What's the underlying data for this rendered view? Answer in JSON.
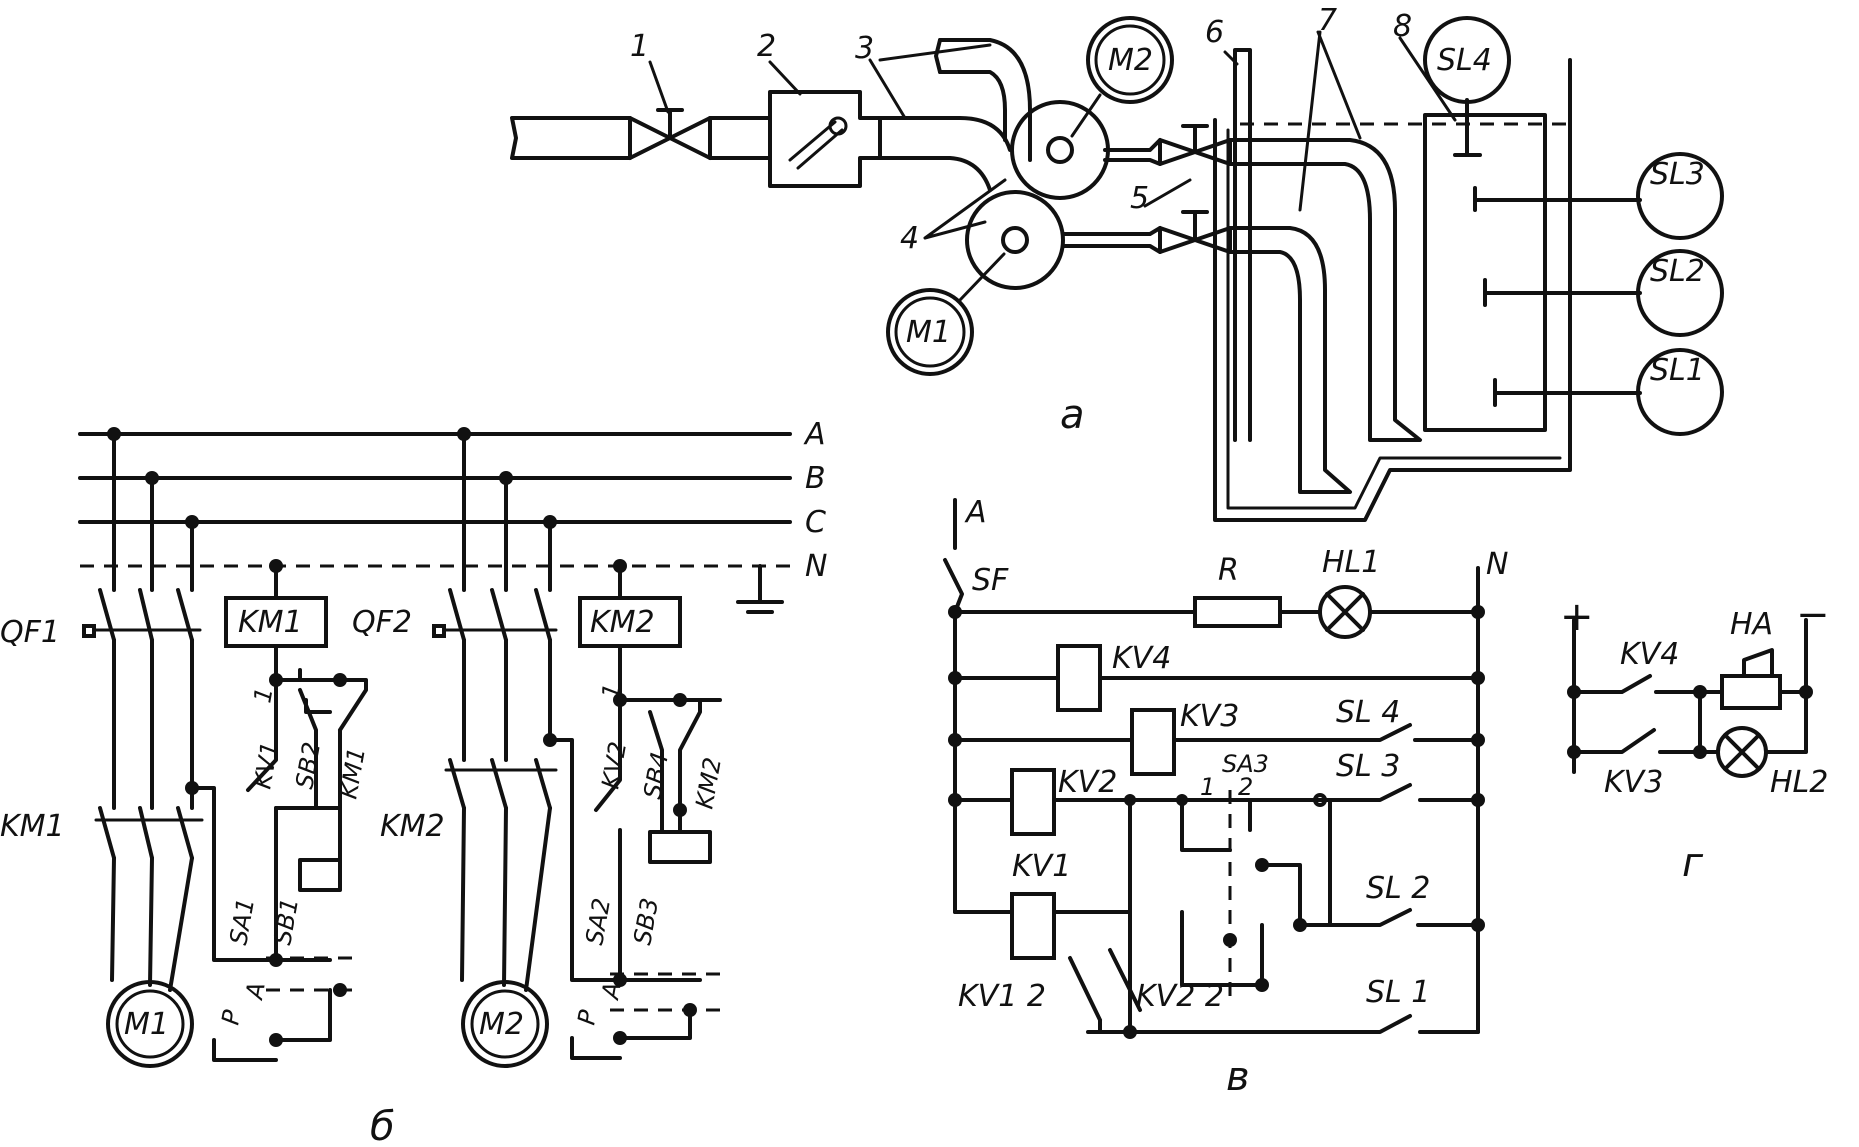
{
  "parts": {
    "a": "а",
    "b": "б",
    "v": "в",
    "g": "г"
  },
  "numbers": [
    "1",
    "2",
    "3",
    "4",
    "5",
    "6",
    "7",
    "8"
  ],
  "motors": {
    "m1": "M1",
    "m2": "M2"
  },
  "level_sensors": {
    "sl1": "SL1",
    "sl2": "SL2",
    "sl3": "SL3",
    "sl4": "SL4"
  },
  "schematic_b": {
    "buses": {
      "a": "A",
      "b": "B",
      "c": "C",
      "n": "N"
    },
    "breakers": {
      "qf1": "QF1",
      "qf2": "QF2"
    },
    "contactors": {
      "km1": "KM1",
      "km2": "KM2"
    },
    "coils": {
      "km1": "KM1",
      "km2": "KM2"
    },
    "contacts": {
      "kv1": "KV1",
      "kv2": "KV2",
      "sb1": "SB1",
      "sb2": "SB2",
      "sb3": "SB3",
      "sb4": "SB4",
      "sa1": "SA1",
      "sa2": "SA2",
      "km1": "KM1",
      "km2": "KM2",
      "one": "1",
      "p": "P",
      "a": "A"
    }
  },
  "schematic_v": {
    "phase": "A",
    "neutral": "N",
    "breaker": "SF",
    "resistor": "R",
    "lamp": "HL1",
    "relays": {
      "kv1": "KV1",
      "kv2": "KV2",
      "kv3": "KV3",
      "kv4": "KV4"
    },
    "switch": "SA3",
    "switch_pos": {
      "one": "1",
      "two": "2"
    },
    "level_contacts": {
      "sl1": "SL 1",
      "sl2": "SL 2",
      "sl3": "SL 3",
      "sl4": "SL 4"
    },
    "kv_contacts": {
      "kv1": "KV1 2",
      "kv2": "KV2 2"
    }
  },
  "schematic_g": {
    "plus": "+",
    "minus": "−",
    "kv4": "KV4",
    "kv3": "KV3",
    "horn": "HA",
    "lamp": "HL2"
  }
}
